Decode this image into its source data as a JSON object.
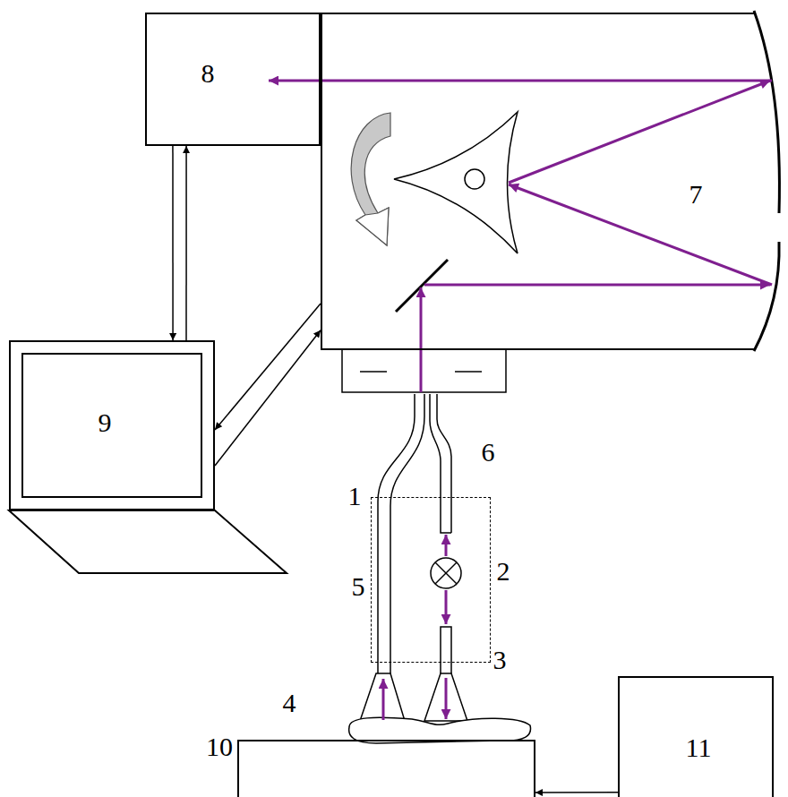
{
  "diagram": {
    "nodes": [
      {
        "text": [
          "8"
        ]
      },
      {
        "text": [
          "7"
        ]
      },
      {
        "text": [
          "9"
        ]
      },
      {
        "text": [
          "1"
        ]
      },
      {
        "text": [
          "11"
        ]
      },
      {
        "text": [
          "10"
        ]
      }
    ],
    "edges": [
      {
        "from": 0,
        "to": 2,
        "arrow": "to"
      },
      {
        "from": 2,
        "to": 0,
        "arrow": "to"
      },
      {
        "from": 2,
        "to": 1,
        "arrow": "to"
      },
      {
        "from": 1,
        "to": 2,
        "arrow": "to"
      },
      {
        "from": 4,
        "to": 5,
        "arrow": "to"
      }
    ],
    "labels": [
      "6",
      "5",
      "2",
      "3",
      "4"
    ]
  }
}
